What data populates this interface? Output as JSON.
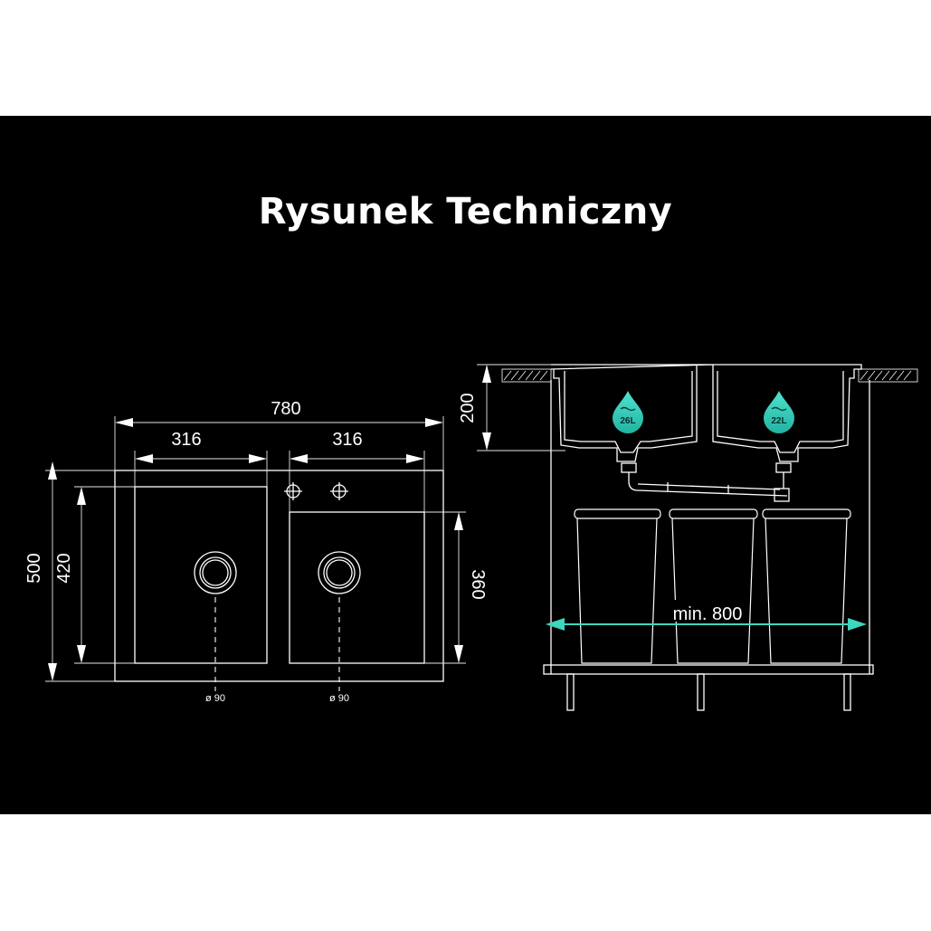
{
  "title": "Rysunek Techniczny",
  "colors": {
    "background": "#000000",
    "lines": "#ffffff",
    "accent": "#3fd6c0"
  },
  "top_view": {
    "overall_width": "780",
    "bowl_width_left": "316",
    "bowl_width_right": "316",
    "overall_depth": "500",
    "bowl_depth_left": "420",
    "bowl_depth_right": "360",
    "drain_left": "ø 90",
    "drain_right": "ø 90"
  },
  "side_view": {
    "depth": "200",
    "volume_left": "26L",
    "volume_right": "22L",
    "cabinet_width": "min. 800",
    "icons": [
      "water-drop-icon",
      "water-drop-icon"
    ]
  }
}
